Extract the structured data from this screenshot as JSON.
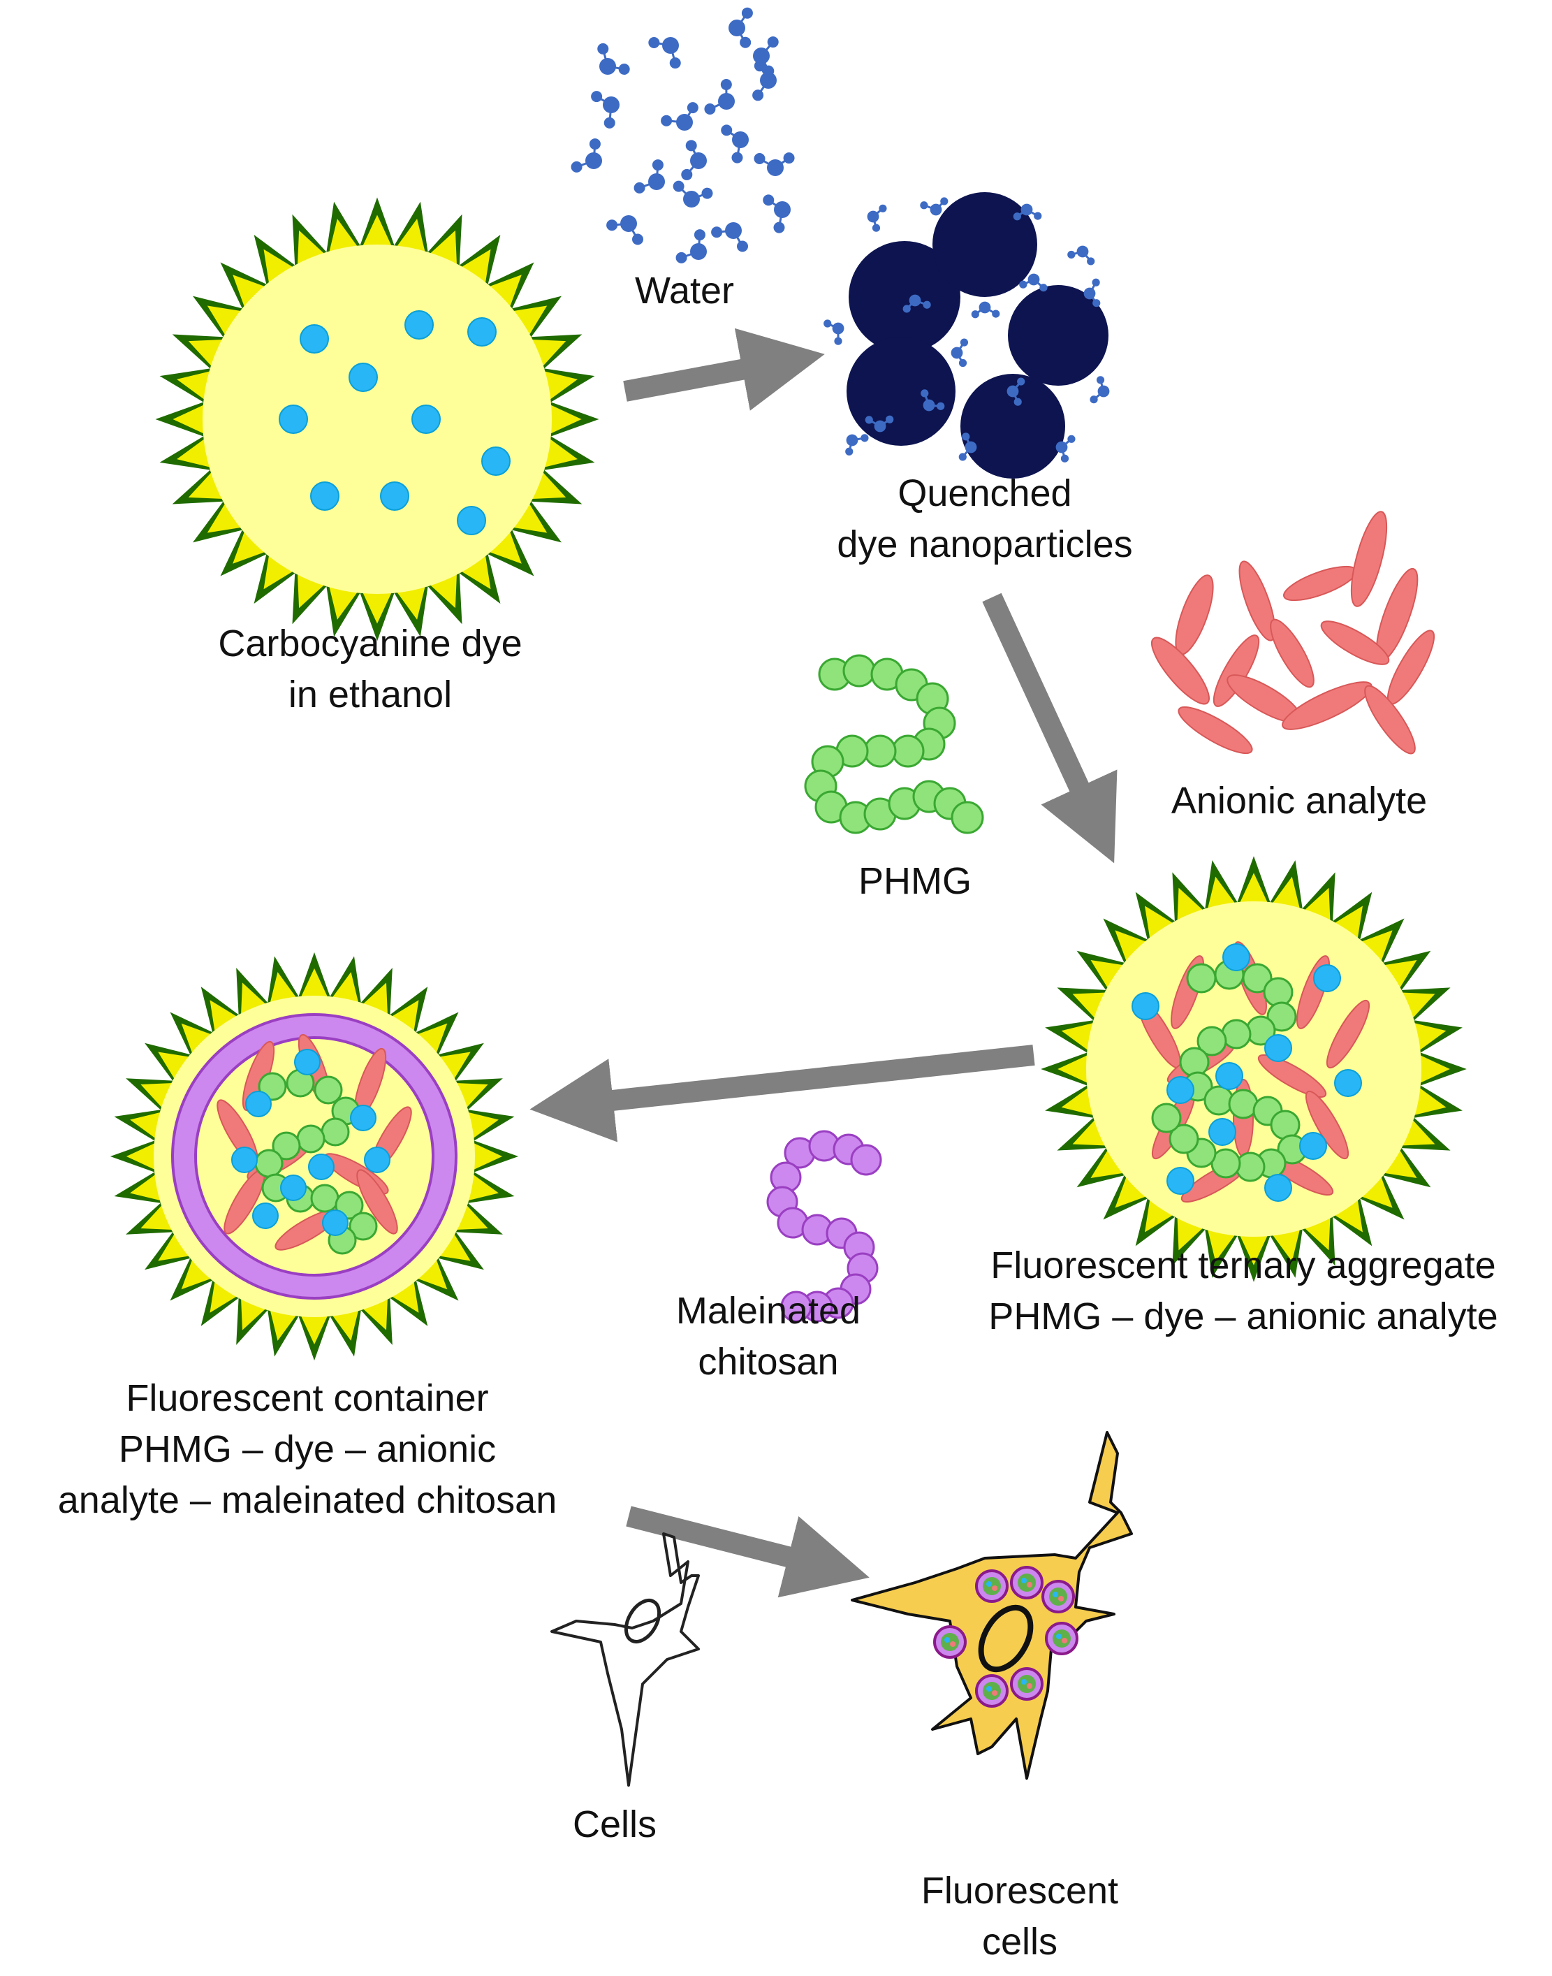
{
  "labels": {
    "water": "Water",
    "dye_ethanol": [
      "Carbocyanine dye",
      "in ethanol"
    ],
    "quenched": [
      "Quenched",
      "dye nanoparticles"
    ],
    "anionic": "Anionic analyte",
    "phmg": "PHMG",
    "ternary": [
      "Fluorescent ternary aggregate",
      "PHMG – dye – anionic analyte"
    ],
    "maleinated": [
      "Maleinated",
      "chitosan"
    ],
    "container": [
      "Fluorescent container",
      "PHMG – dye – anionic",
      "analyte – maleinated chitosan"
    ],
    "cells": "Cells",
    "fluorescent_cells": [
      "Fluorescent",
      "cells"
    ]
  },
  "colors": {
    "dye_fill": "#ffff99",
    "spike_yellow": "#f2ee00",
    "spike_green": "#1f6b00",
    "dye_dot": "#29b6f6",
    "nanoparticle": "#0d1450",
    "water_molecule": "#3d6bc4",
    "phmg": "#8fe37a",
    "phmg_edge": "#3aa832",
    "analyte": "#f07a7a",
    "chitosan": "#cc88ee",
    "chitosan_edge": "#9a3fc2",
    "arrow": "#808080",
    "cell_fill": "#f7cd4f"
  }
}
